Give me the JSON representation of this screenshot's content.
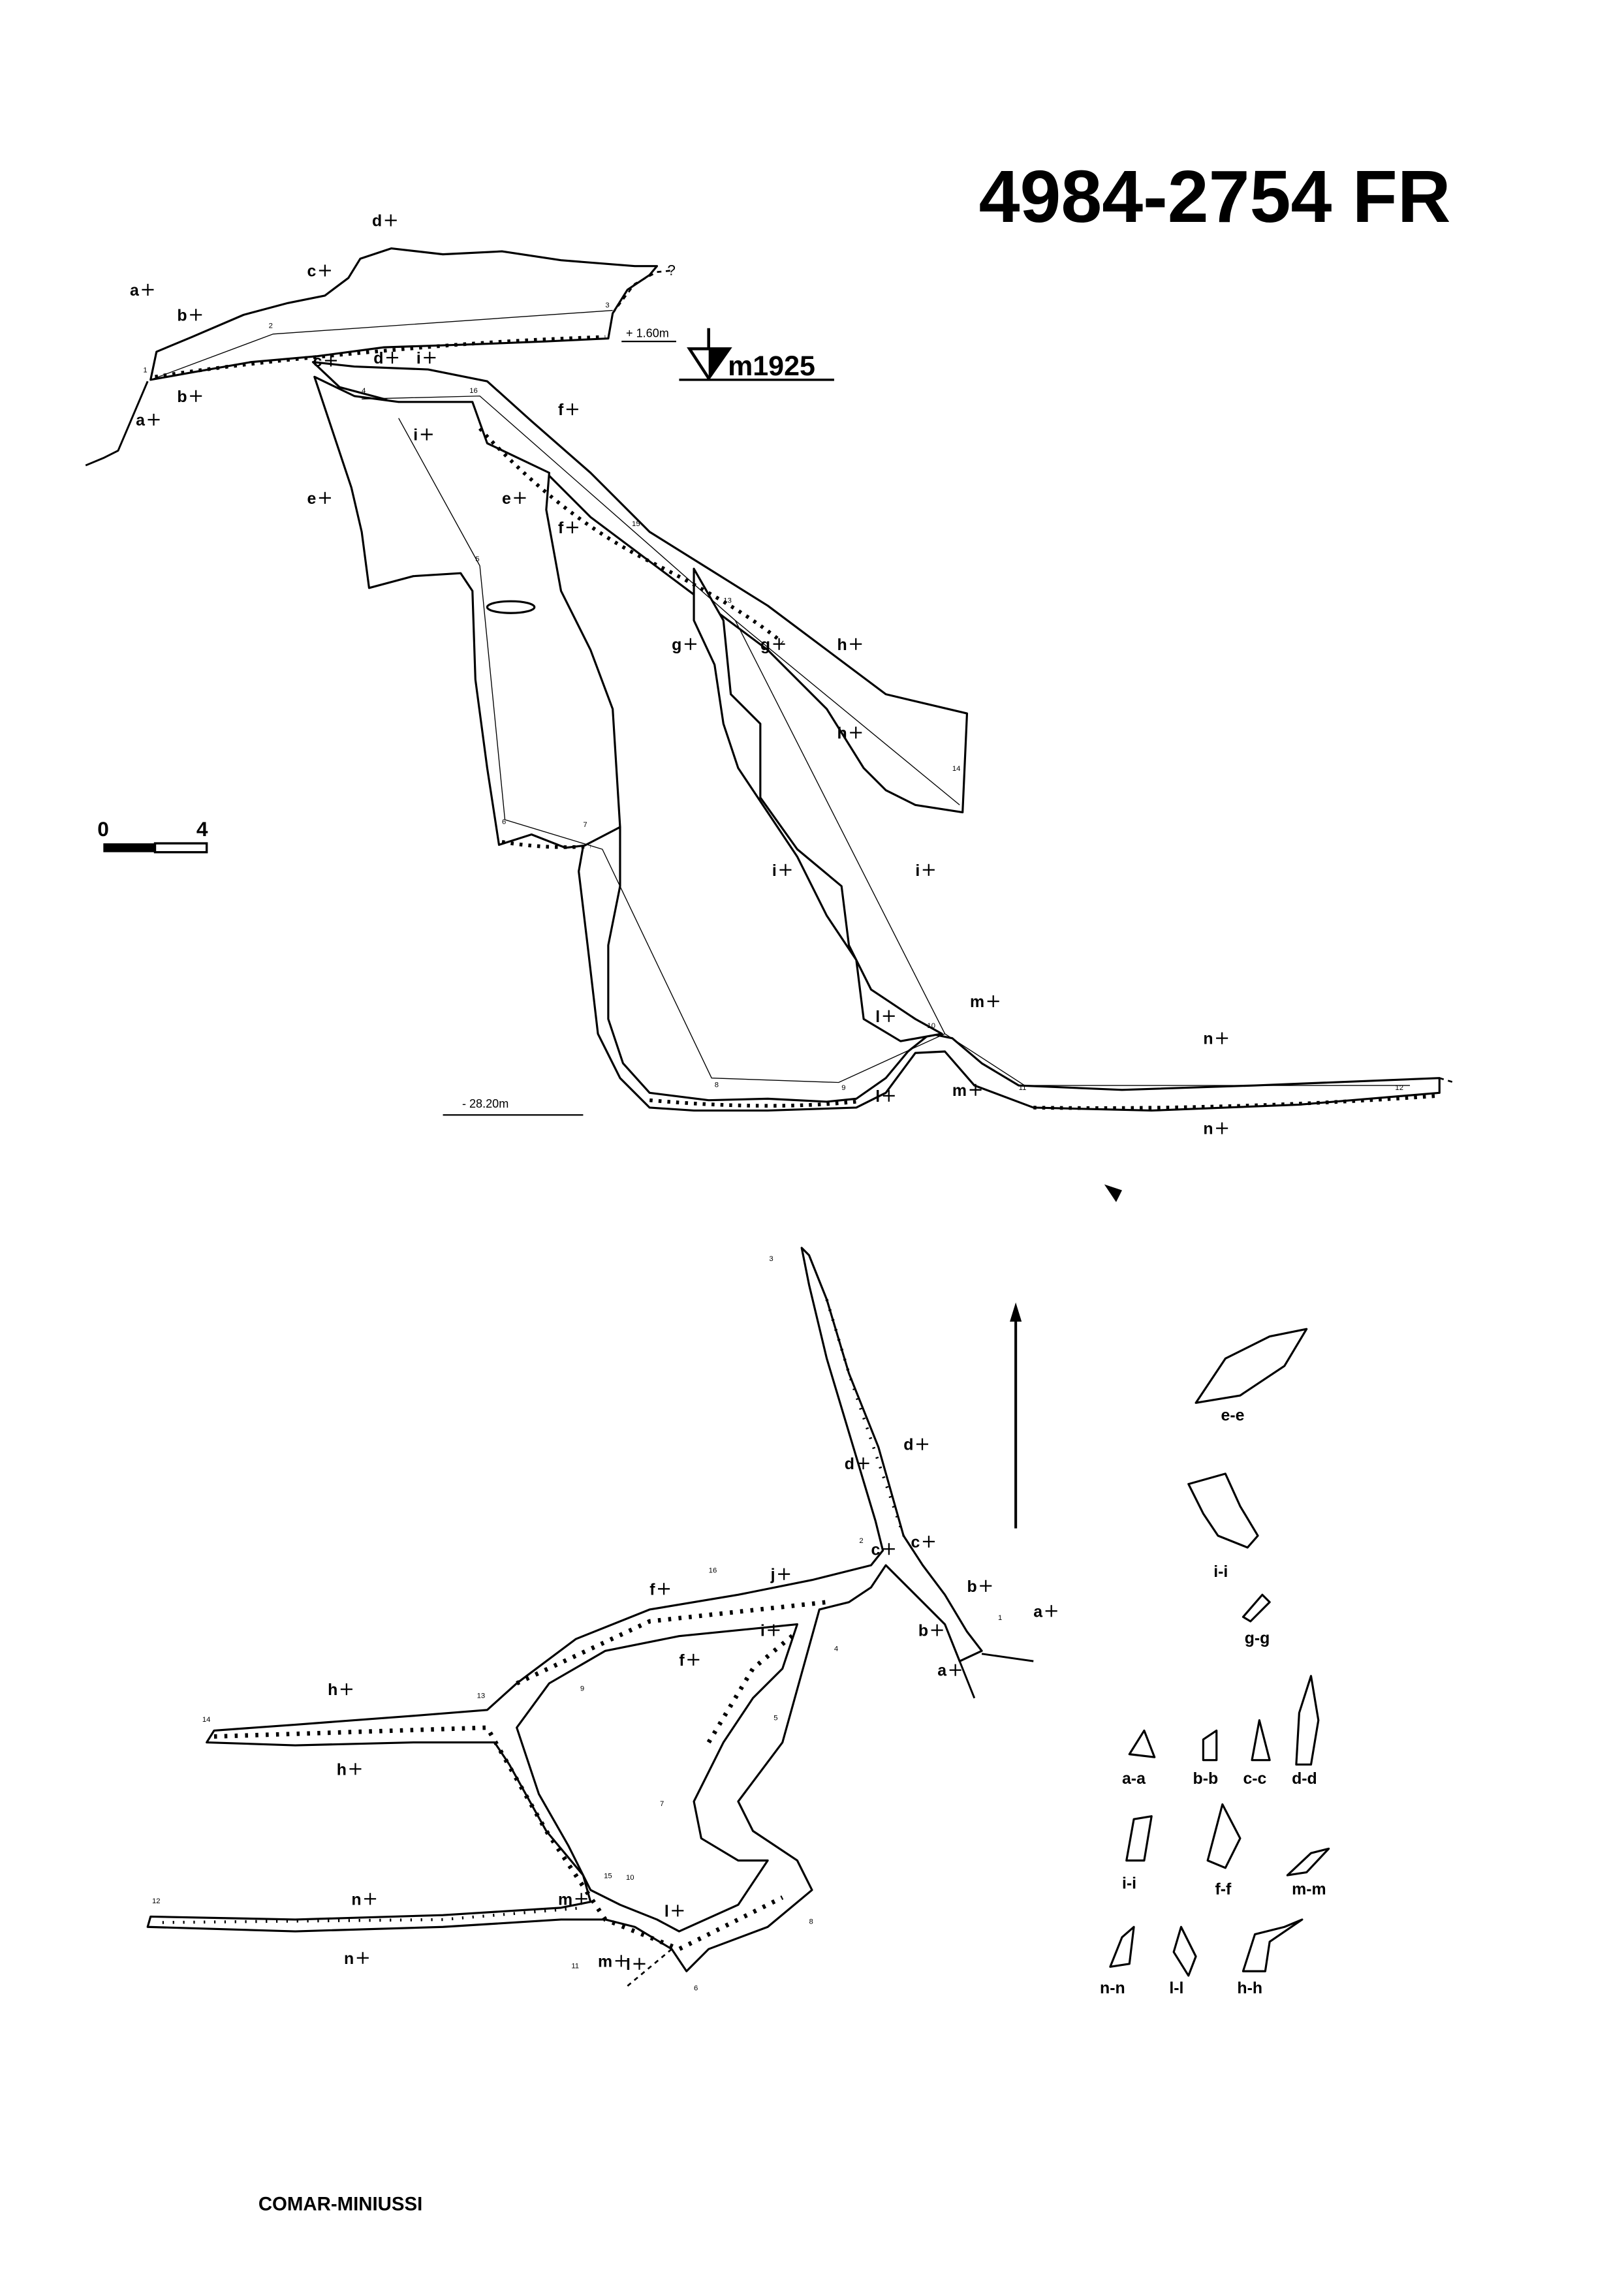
{
  "title": "4984-2754 FR",
  "entrance_altitude": "m1925",
  "upper_depth": "+ 1.60m",
  "lower_depth": "- 28.20m",
  "scale_bar": {
    "start": "0",
    "end": "4"
  },
  "author": "COMAR-MINIUSSI",
  "profile_section_marks": [
    "a",
    "a",
    "b",
    "b",
    "c",
    "c",
    "d",
    "d",
    "e",
    "e",
    "f",
    "f",
    "g",
    "g",
    "h",
    "h",
    "i",
    "i",
    "i",
    "i",
    "l",
    "l",
    "m",
    "m",
    "n",
    "n"
  ],
  "profile_stations": [
    "1",
    "2",
    "3",
    "4",
    "5",
    "6",
    "7",
    "8",
    "9",
    "10",
    "11",
    "12",
    "13",
    "14",
    "15",
    "16"
  ],
  "plan_section_marks": [
    "a",
    "a",
    "b",
    "b",
    "c",
    "c",
    "d",
    "d",
    "f",
    "f",
    "h",
    "h",
    "i",
    "j",
    "l",
    "l",
    "m",
    "m",
    "n",
    "n"
  ],
  "plan_stations": [
    "1",
    "2",
    "3",
    "4",
    "5",
    "6",
    "7",
    "8",
    "9",
    "10",
    "11",
    "12",
    "13",
    "14",
    "15",
    "16"
  ],
  "cross_sections": [
    "e-e",
    "i-i",
    "g-g",
    "a-a",
    "b-b",
    "c-c",
    "d-d",
    "i-i",
    "f-f",
    "m-m",
    "n-n",
    "l-l",
    "h-h"
  ],
  "unknown_continuation": "?"
}
